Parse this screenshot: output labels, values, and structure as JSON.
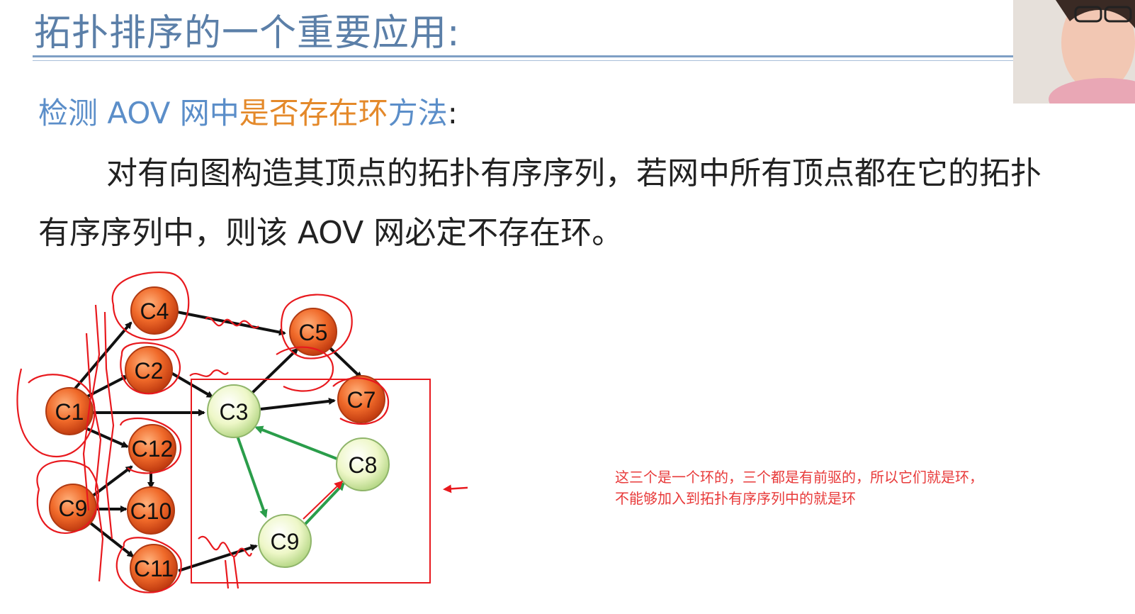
{
  "slide": {
    "title": "拓扑排序的一个重要应用:",
    "subtitle": {
      "part1": "检测 AOV 网中",
      "part2": "是否存在环",
      "part3": "方法",
      "colon": ":"
    },
    "paragraph_line1": "对有向图构造其顶点的拓扑有序序列，若网中所有顶点都在它的拓扑",
    "paragraph_line2": "有序序列中，则该 AOV  网必定不存在环。"
  },
  "diagram": {
    "nodes": {
      "c4": "C4",
      "c5": "C5",
      "c2": "C2",
      "c7": "C7",
      "c1": "C1",
      "c3": "C3",
      "c12": "C12",
      "c8": "C8",
      "c9a": "C9",
      "c10": "C10",
      "c9b": "C9",
      "c11": "C11"
    },
    "colors": {
      "orange_node": "#e8561e",
      "green_node": "#eef7c8",
      "cycle_edge": "#2a9d4a",
      "annotation_red": "#e8191e"
    }
  },
  "annotation": {
    "line1": "这三个是一个环的，三个都是有前驱的，所以它们就是环，",
    "line2": "不能够加入到拓扑有序序列中的就是环"
  }
}
